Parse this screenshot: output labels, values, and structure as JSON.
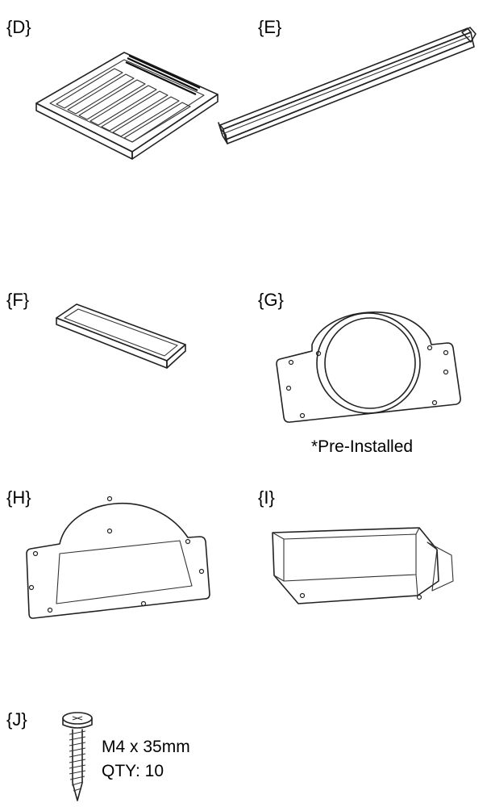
{
  "parts": [
    {
      "id": "D",
      "label": "{D}"
    },
    {
      "id": "E",
      "label": "{E}"
    },
    {
      "id": "F",
      "label": "{F}"
    },
    {
      "id": "G",
      "label": "{G}",
      "note": "*Pre-Installed"
    },
    {
      "id": "H",
      "label": "{H}"
    },
    {
      "id": "I",
      "label": "{I}"
    },
    {
      "id": "J",
      "label": "{J}",
      "spec": "M4 x 35mm",
      "qty": "QTY: 10"
    }
  ]
}
